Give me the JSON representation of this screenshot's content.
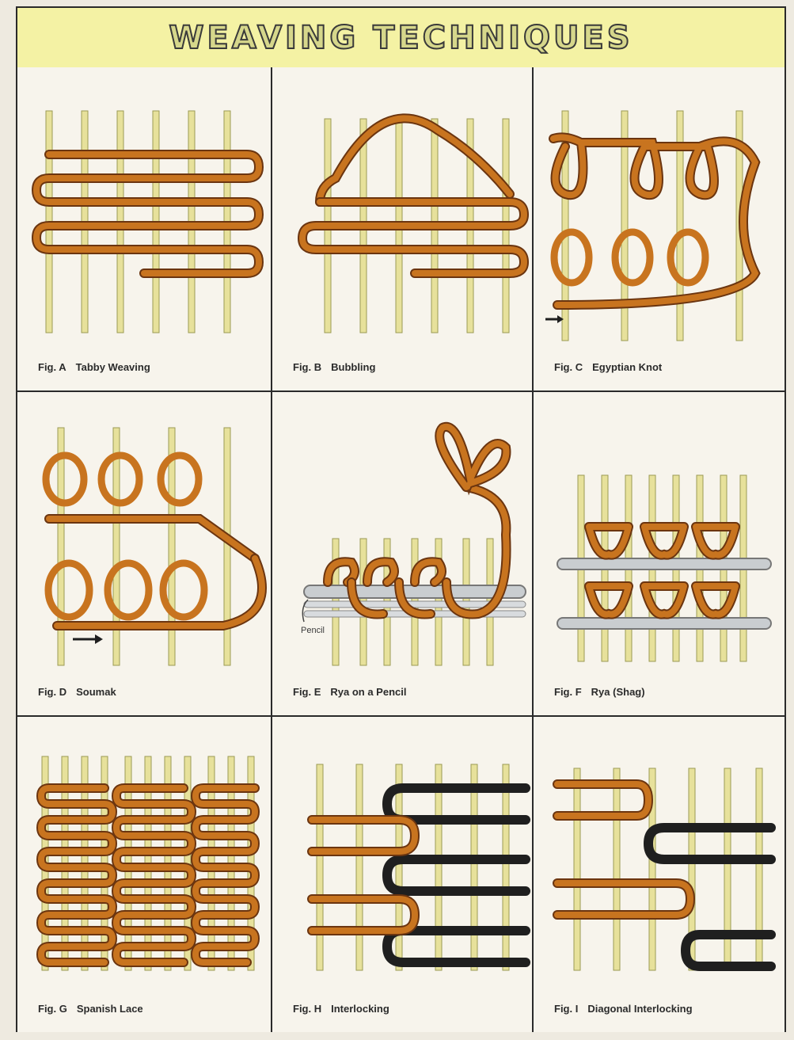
{
  "header": {
    "title": "WEAVING TECHNIQUES"
  },
  "colors": {
    "warp": "#e7e19b",
    "warp_edge": "#9b9a55",
    "weft": "#c8741f",
    "weft_edge": "#6b3510",
    "dark_weft": "#1f1f1f",
    "pencil": "#c9cdd0",
    "title_bg": "#f4f2a4"
  },
  "figures": [
    {
      "fig": "Fig. A",
      "name": "Tabby Weaving"
    },
    {
      "fig": "Fig. B",
      "name": "Bubbling"
    },
    {
      "fig": "Fig. C",
      "name": "Egyptian Knot"
    },
    {
      "fig": "Fig. D",
      "name": "Soumak"
    },
    {
      "fig": "Fig. E",
      "name": "Rya on a Pencil",
      "callout": "Pencil"
    },
    {
      "fig": "Fig. F",
      "name": "Rya (Shag)"
    },
    {
      "fig": "Fig. G",
      "name": "Spanish Lace"
    },
    {
      "fig": "Fig. H",
      "name": "Interlocking"
    },
    {
      "fig": "Fig. I",
      "name": "Diagonal Interlocking"
    }
  ]
}
